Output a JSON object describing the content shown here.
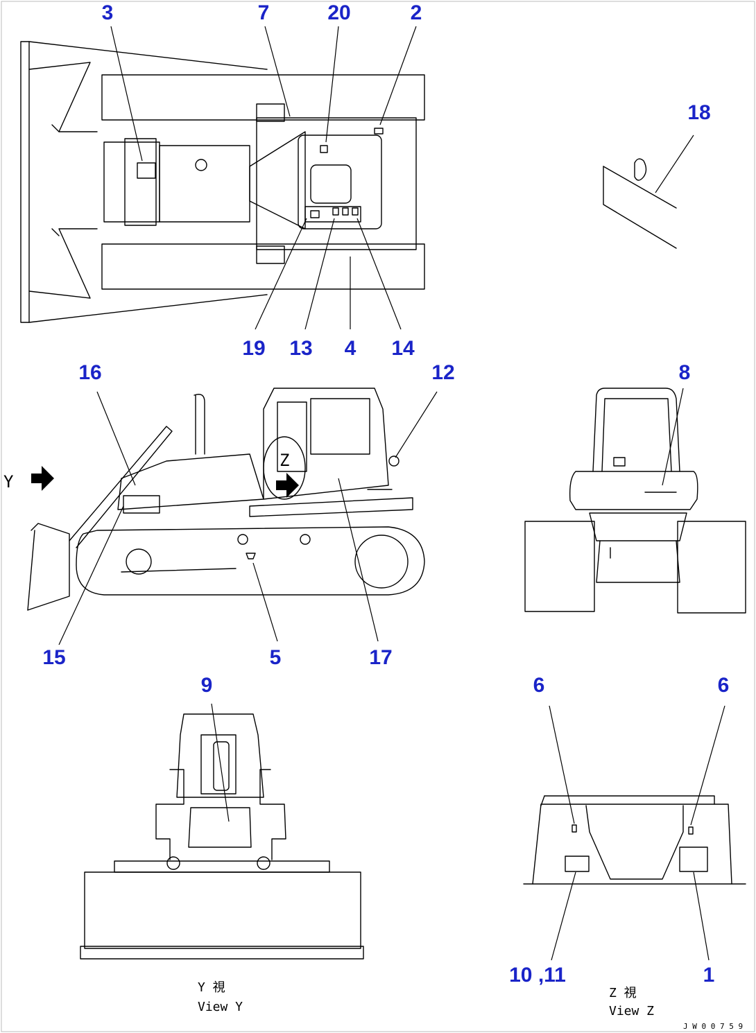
{
  "diagram": {
    "callout_color": "#1a24c8",
    "drawing_id": "J W 0 0 7 5 9",
    "views": {
      "top": {
        "callouts": [
          "3",
          "7",
          "20",
          "2",
          "19",
          "13",
          "4",
          "14"
        ]
      },
      "side": {
        "callouts": [
          "16",
          "12",
          "15",
          "5",
          "17"
        ],
        "arrow_label": "Y",
        "window_label": "Z"
      },
      "rear": {
        "callouts": [
          "8"
        ]
      },
      "detail": {
        "callouts": [
          "18"
        ]
      },
      "front": {
        "callouts": [
          "9"
        ],
        "caption_line1": "Y 視",
        "caption_line2": "View Y"
      },
      "cab_z": {
        "callouts": [
          "6",
          "6",
          "10 ,11",
          "1"
        ],
        "caption_line1": "Z 視",
        "caption_line2": "View Z"
      }
    }
  }
}
